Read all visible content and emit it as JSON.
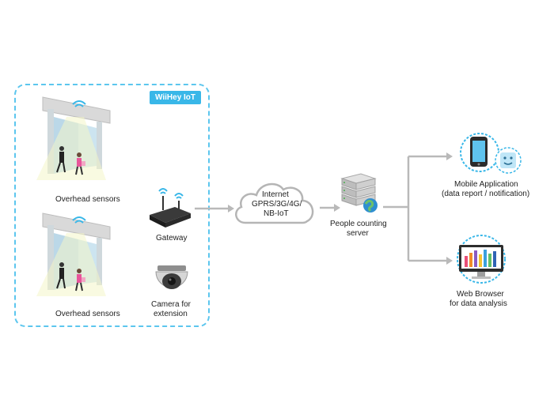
{
  "diagram": {
    "iot_box": {
      "badge": "WiiHey IoT"
    },
    "sensor_top": {
      "label": "Overhead sensors"
    },
    "sensor_bottom": {
      "label": "Overhead sensors"
    },
    "gateway": {
      "label": "Gateway"
    },
    "camera": {
      "label_line1": "Camera for",
      "label_line2": "extension"
    },
    "cloud": {
      "line1": "Internet",
      "line2": "GPRS/3G/4G/",
      "line3": "NB-IoT"
    },
    "server": {
      "line1": "People counting",
      "line2": "server"
    },
    "mobile": {
      "line1": "Mobile Application",
      "line2": "(data report / notification)"
    },
    "browser": {
      "line1": "Web Browser",
      "line2": "for data analysis"
    },
    "colors": {
      "accent": "#39b7e8",
      "arrow": "#b9b9b9",
      "dashed_border": "#5cc6ee"
    }
  }
}
